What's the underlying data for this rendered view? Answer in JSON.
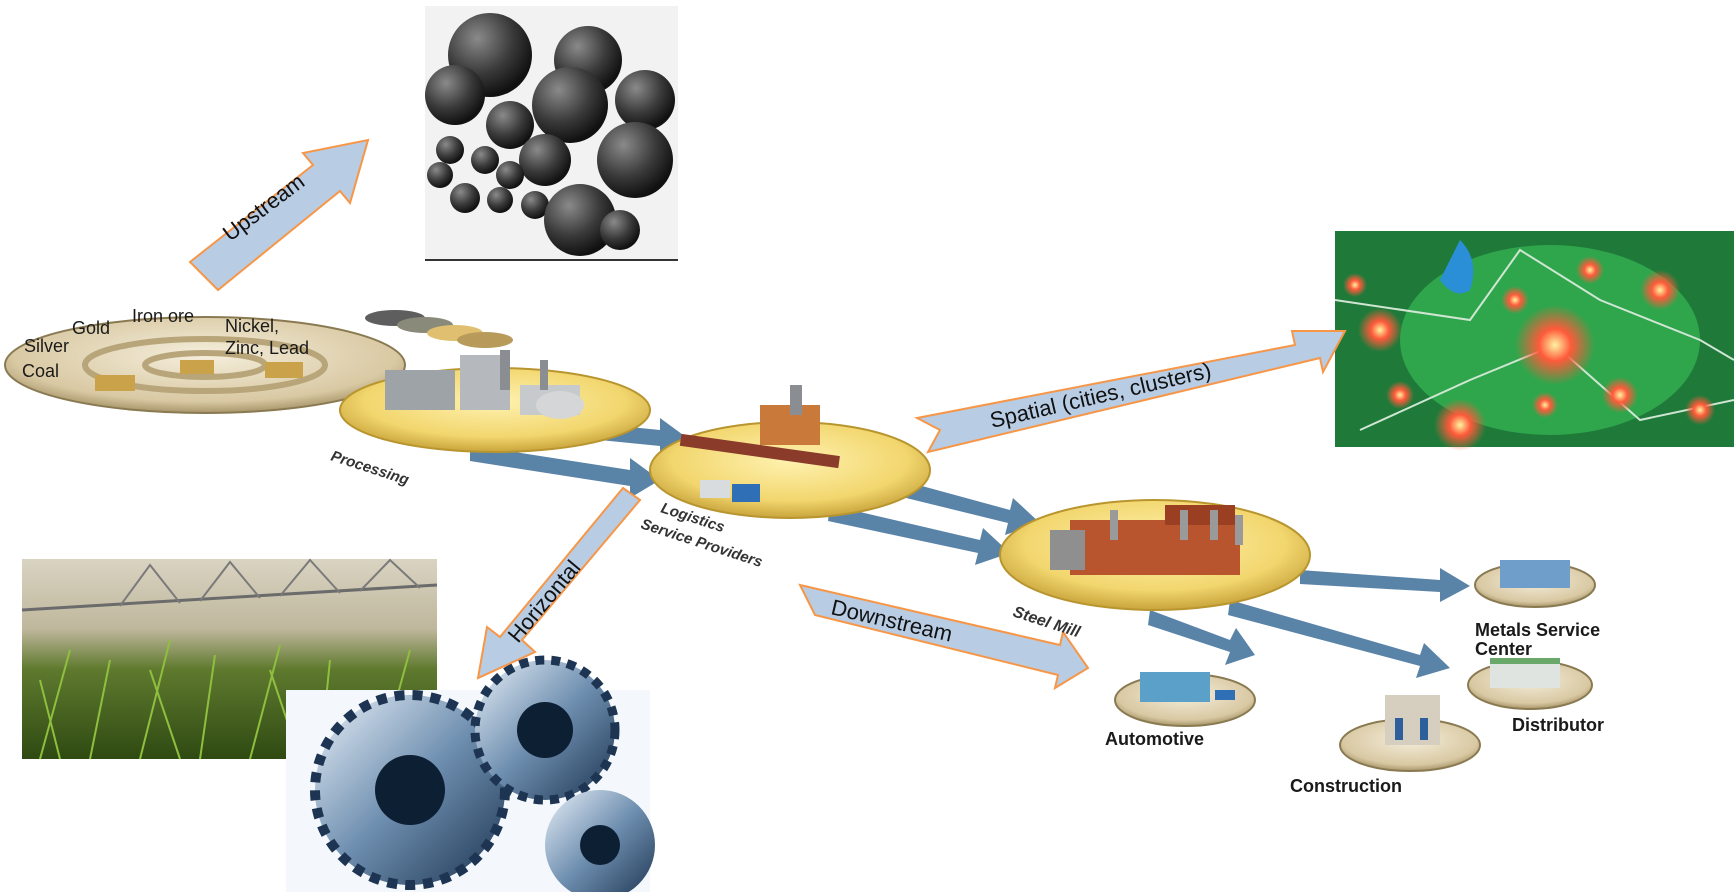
{
  "diagram": {
    "arrows": {
      "upstream": "Upstream",
      "spatial": "Spatial (cities, clusters)",
      "horizontal": "Horizontal",
      "downstream": "Downstream"
    },
    "raw_materials": {
      "gold": "Gold",
      "iron_ore": "Iron ore",
      "silver": "Silver",
      "nickel": "Nickel,",
      "zinc_lead": "Zinc, Lead",
      "coal": "Coal"
    },
    "nodes": {
      "processing": "Processing",
      "logistics_line1": "Logistics",
      "logistics_line2": "Service Providers",
      "steel_mill": "Steel Mill",
      "metals_line1": "Metals Service",
      "metals_line2": "Center",
      "distributor": "Distributor",
      "automotive": "Automotive",
      "construction": "Construction"
    }
  },
  "colors": {
    "arrow_fill": "#b8cce4",
    "arrow_stroke": "#f79646",
    "flow_arrow": "#5a83a8",
    "disc_gold": "#f2d66e",
    "disc_tan": "#d9c9a3"
  }
}
